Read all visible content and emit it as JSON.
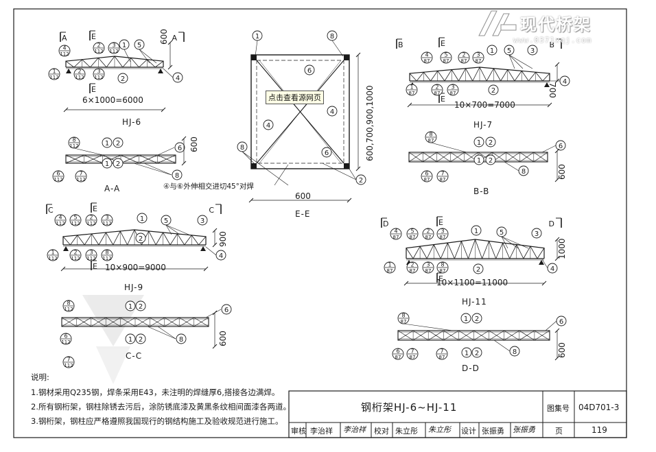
{
  "watermark": {
    "brand": "现代桥架",
    "url": "www.0371xqj.com"
  },
  "popup_link": "点击查看源网页",
  "drawings": {
    "hj6": {
      "caption": "HJ-6",
      "span": "6×1000=6000",
      "height": "600"
    },
    "aa": {
      "caption": "A-A",
      "height": "600"
    },
    "hj9": {
      "caption": "HJ-9",
      "span": "10×900=9000",
      "height": "900"
    },
    "cc": {
      "caption": "C-C",
      "height": "600"
    },
    "ee": {
      "caption": "E-E",
      "width": "600",
      "side": "600,700,900,1000",
      "weld_note": "④与⑥外伸相交进切45°对焊"
    },
    "hj7": {
      "caption": "HJ-7",
      "span": "10×700=7000",
      "height": "700"
    },
    "bb": {
      "caption": "B-B",
      "height": "600"
    },
    "hj11": {
      "caption": "HJ-11",
      "span": "10×1100=11000",
      "height": "1000"
    },
    "dd": {
      "caption": "D-D",
      "height": "600"
    }
  },
  "notes": {
    "heading": "说明:",
    "items": [
      "1.钢材采用Q235钢，焊条采用E43，未注明的焊缝厚6,搭接各边满焊。",
      "2.所有钢桁架，钢柱除锈去污后，涂防锈底漆及黄黑条纹相间面漆各两道。",
      "3.钢桁架，钢柱应严格遵照我国现行的钢结构施工及验收规范进行施工。"
    ]
  },
  "title_block": {
    "title": "钢桁架HJ-6~HJ-11",
    "atlas_label": "图集号",
    "atlas_no": "04D701-3",
    "page_label": "页",
    "page_no": "119",
    "review_label": "审核",
    "reviewer": "李治祥",
    "review_sign": "李治祥",
    "check_label": "校对",
    "checker": "朱立彤",
    "check_sign": "朱立彤",
    "design_label": "设计",
    "designer": "张振勇",
    "design_sign": "张振勇"
  }
}
